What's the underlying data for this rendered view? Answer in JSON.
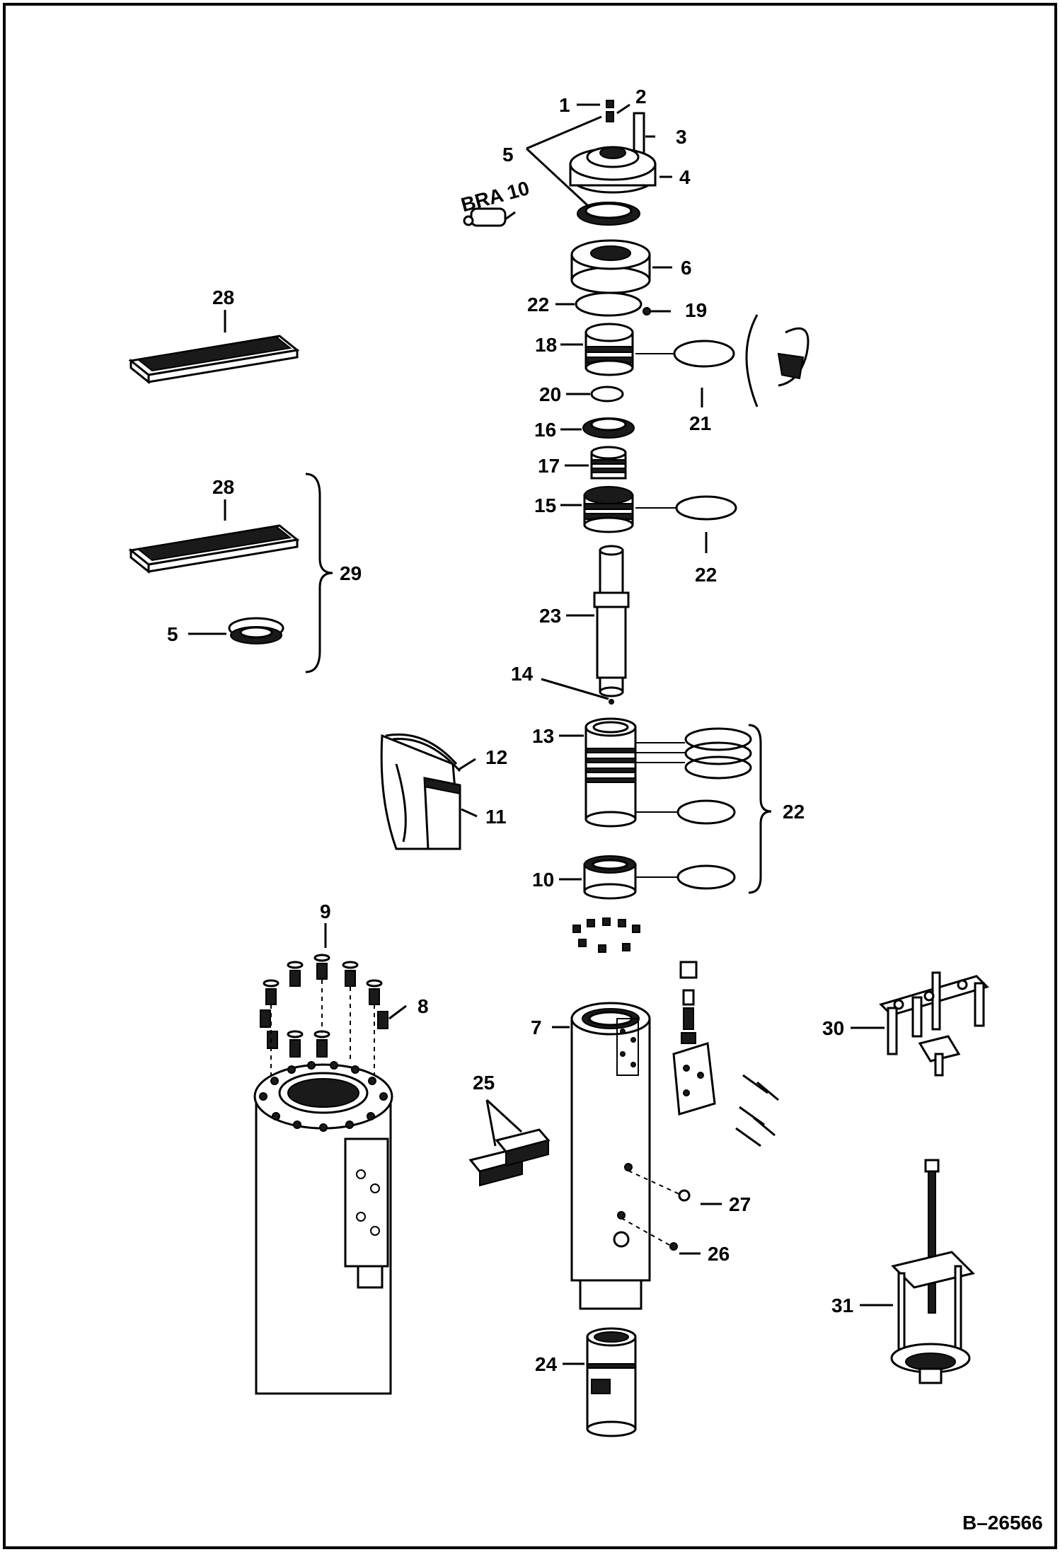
{
  "drawing_number": "B–26566",
  "callouts": [
    {
      "id": "c1",
      "text": "1"
    },
    {
      "id": "c2",
      "text": "2"
    },
    {
      "id": "c3",
      "text": "3"
    },
    {
      "id": "c4",
      "text": "4"
    },
    {
      "id": "c5a",
      "text": "5"
    },
    {
      "id": "c6",
      "text": "6"
    },
    {
      "id": "c22a",
      "text": "22"
    },
    {
      "id": "c19",
      "text": "19"
    },
    {
      "id": "c18",
      "text": "18"
    },
    {
      "id": "c20",
      "text": "20"
    },
    {
      "id": "c21",
      "text": "21"
    },
    {
      "id": "c16",
      "text": "16"
    },
    {
      "id": "c17",
      "text": "17"
    },
    {
      "id": "c15",
      "text": "15"
    },
    {
      "id": "c22b",
      "text": "22"
    },
    {
      "id": "c23",
      "text": "23"
    },
    {
      "id": "c28a",
      "text": "28"
    },
    {
      "id": "c28b",
      "text": "28"
    },
    {
      "id": "c29",
      "text": "29"
    },
    {
      "id": "c5b",
      "text": "5"
    },
    {
      "id": "c14",
      "text": "14"
    },
    {
      "id": "c13",
      "text": "13"
    },
    {
      "id": "c12",
      "text": "12"
    },
    {
      "id": "c11",
      "text": "11"
    },
    {
      "id": "c22c",
      "text": "22"
    },
    {
      "id": "c10",
      "text": "10"
    },
    {
      "id": "c9",
      "text": "9"
    },
    {
      "id": "c8",
      "text": "8"
    },
    {
      "id": "c7",
      "text": "7"
    },
    {
      "id": "c30",
      "text": "30"
    },
    {
      "id": "c25",
      "text": "25"
    },
    {
      "id": "c27",
      "text": "27"
    },
    {
      "id": "c26",
      "text": "26"
    },
    {
      "id": "c31",
      "text": "31"
    },
    {
      "id": "c24",
      "text": "24"
    }
  ],
  "tool_label": "BRA 10"
}
